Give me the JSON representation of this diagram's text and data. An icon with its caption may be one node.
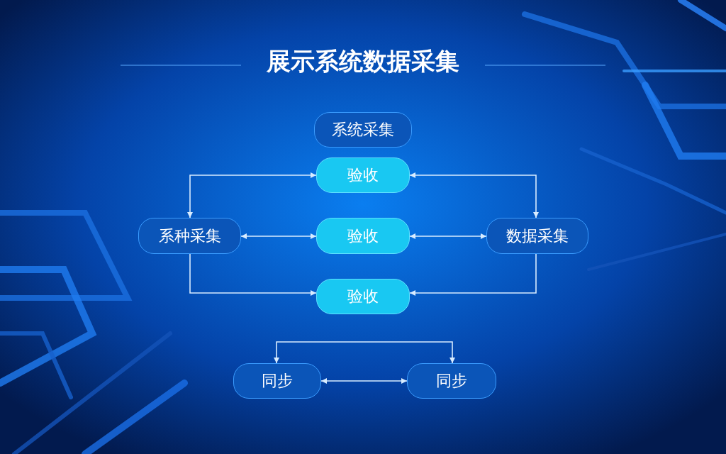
{
  "diagram": {
    "title": "展示系统数据采集",
    "nodes": [
      {
        "text": [
          "系统采集"
        ]
      },
      {
        "text": [
          "验收"
        ]
      },
      {
        "text": [
          "系种采集"
        ]
      },
      {
        "text": [
          "验收"
        ]
      },
      {
        "text": [
          "数据采集"
        ]
      },
      {
        "text": [
          "验收"
        ]
      },
      {
        "text": [
          "同步"
        ]
      },
      {
        "text": [
          "同步"
        ]
      }
    ],
    "edges": [
      {
        "from": 2,
        "to": 1,
        "arrow": "both"
      },
      {
        "from": 4,
        "to": 1,
        "arrow": "both"
      },
      {
        "from": 2,
        "to": 3,
        "arrow": "both"
      },
      {
        "from": 3,
        "to": 4,
        "arrow": "both"
      },
      {
        "from": 2,
        "to": 5,
        "arrow": "to"
      },
      {
        "from": 4,
        "to": 5,
        "arrow": "to"
      },
      {
        "from": 6,
        "to": 7,
        "arrow": "both"
      },
      {
        "from": 6,
        "to": 7,
        "arrow": "both"
      }
    ]
  }
}
